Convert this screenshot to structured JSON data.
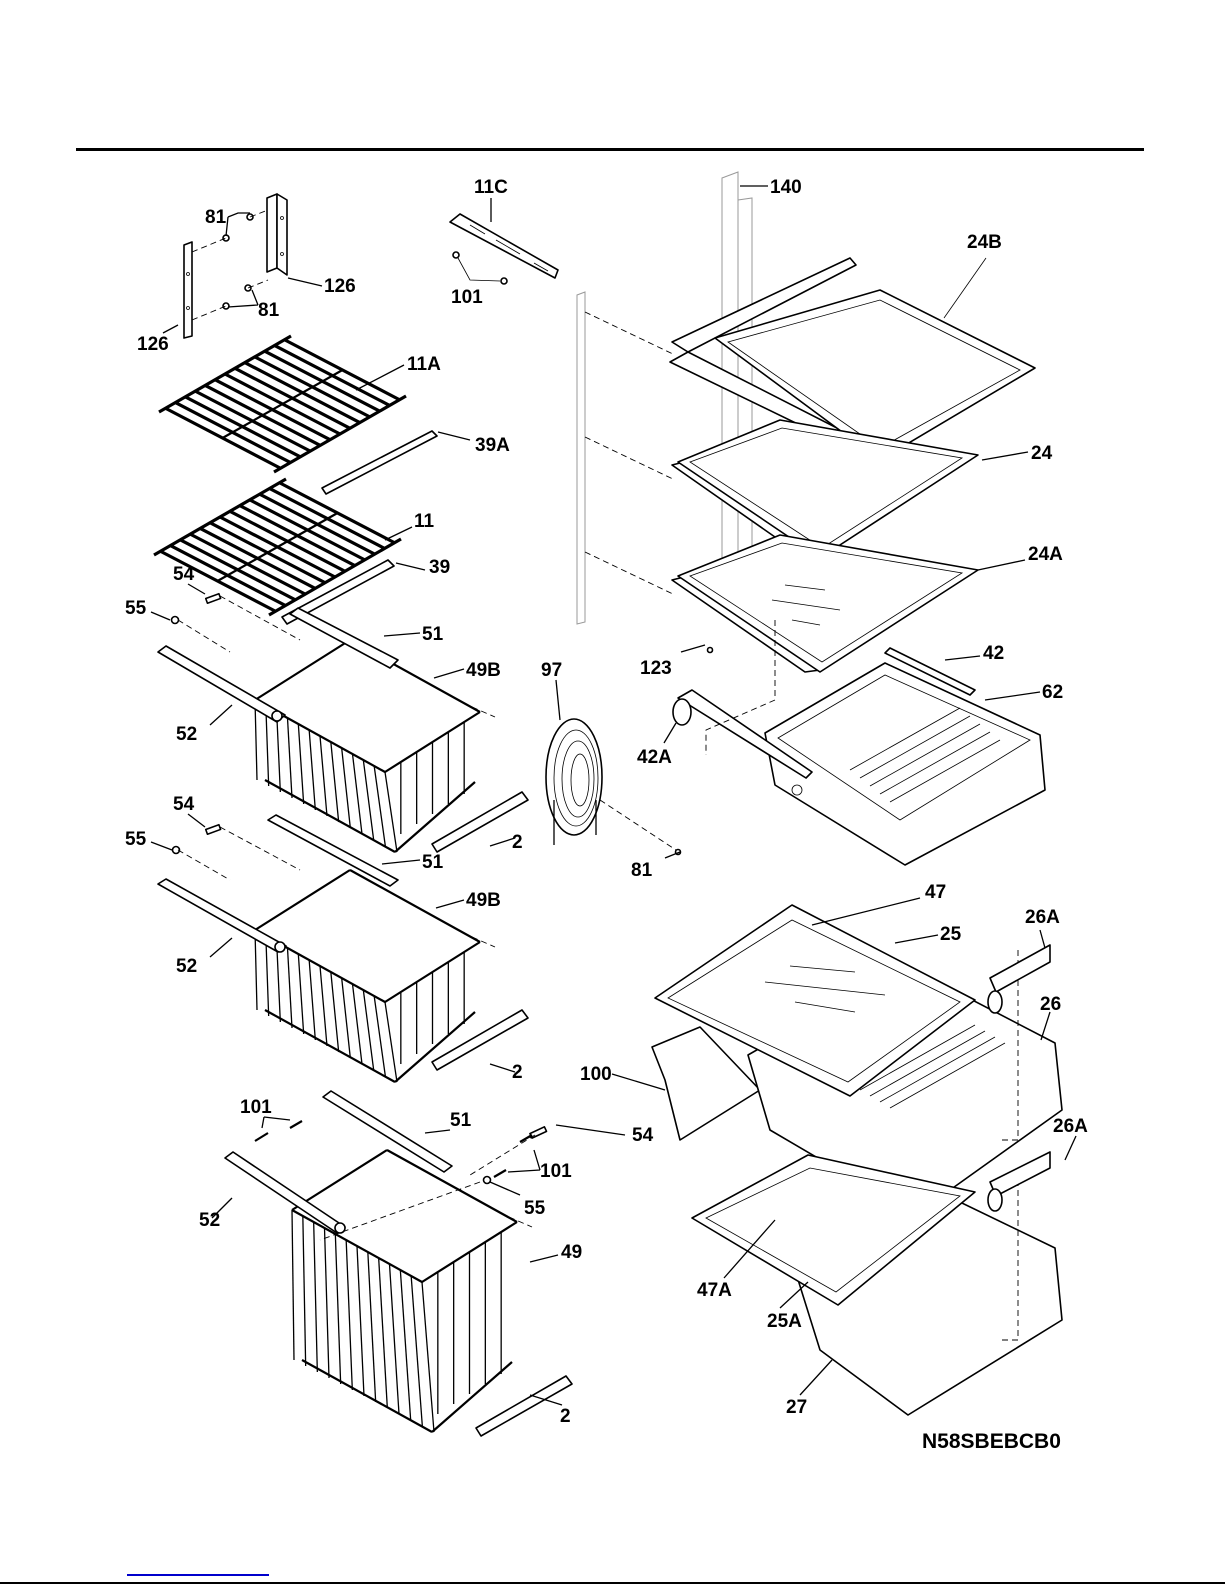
{
  "diagram": {
    "type": "exploded-parts-diagram",
    "model_code": "N58SBEBCB0",
    "callouts": [
      {
        "id": "c-140",
        "text": "140"
      },
      {
        "id": "c-11c",
        "text": "11C"
      },
      {
        "id": "c-81a",
        "text": "81"
      },
      {
        "id": "c-81b",
        "text": "81"
      },
      {
        "id": "c-126a",
        "text": "126"
      },
      {
        "id": "c-126b",
        "text": "126"
      },
      {
        "id": "c-101a",
        "text": "101"
      },
      {
        "id": "c-24b",
        "text": "24B"
      },
      {
        "id": "c-11a",
        "text": "11A"
      },
      {
        "id": "c-39a",
        "text": "39A"
      },
      {
        "id": "c-24",
        "text": "24"
      },
      {
        "id": "c-11",
        "text": "11"
      },
      {
        "id": "c-39",
        "text": "39"
      },
      {
        "id": "c-24a",
        "text": "24A"
      },
      {
        "id": "c-54a",
        "text": "54"
      },
      {
        "id": "c-55a",
        "text": "55"
      },
      {
        "id": "c-51a",
        "text": "51"
      },
      {
        "id": "c-42",
        "text": "42"
      },
      {
        "id": "c-97",
        "text": "97"
      },
      {
        "id": "c-49ba",
        "text": "49B"
      },
      {
        "id": "c-123",
        "text": "123"
      },
      {
        "id": "c-62",
        "text": "62"
      },
      {
        "id": "c-52a",
        "text": "52"
      },
      {
        "id": "c-42a",
        "text": "42A"
      },
      {
        "id": "c-54b",
        "text": "54"
      },
      {
        "id": "c-55b",
        "text": "55"
      },
      {
        "id": "c-2a",
        "text": "2"
      },
      {
        "id": "c-51b",
        "text": "51"
      },
      {
        "id": "c-81c",
        "text": "81"
      },
      {
        "id": "c-49bb",
        "text": "49B"
      },
      {
        "id": "c-47",
        "text": "47"
      },
      {
        "id": "c-26aa",
        "text": "26A"
      },
      {
        "id": "c-25",
        "text": "25"
      },
      {
        "id": "c-52b",
        "text": "52"
      },
      {
        "id": "c-26",
        "text": "26"
      },
      {
        "id": "c-2b",
        "text": "2"
      },
      {
        "id": "c-100",
        "text": "100"
      },
      {
        "id": "c-101b",
        "text": "101"
      },
      {
        "id": "c-51c",
        "text": "51"
      },
      {
        "id": "c-54c",
        "text": "54"
      },
      {
        "id": "c-26ab",
        "text": "26A"
      },
      {
        "id": "c-101c",
        "text": "101"
      },
      {
        "id": "c-55c",
        "text": "55"
      },
      {
        "id": "c-52c",
        "text": "52"
      },
      {
        "id": "c-49",
        "text": "49"
      },
      {
        "id": "c-47a",
        "text": "47A"
      },
      {
        "id": "c-25a",
        "text": "25A"
      },
      {
        "id": "c-27",
        "text": "27"
      },
      {
        "id": "c-2c",
        "text": "2"
      }
    ]
  },
  "footer": {
    "link_color": "#0000cc"
  }
}
